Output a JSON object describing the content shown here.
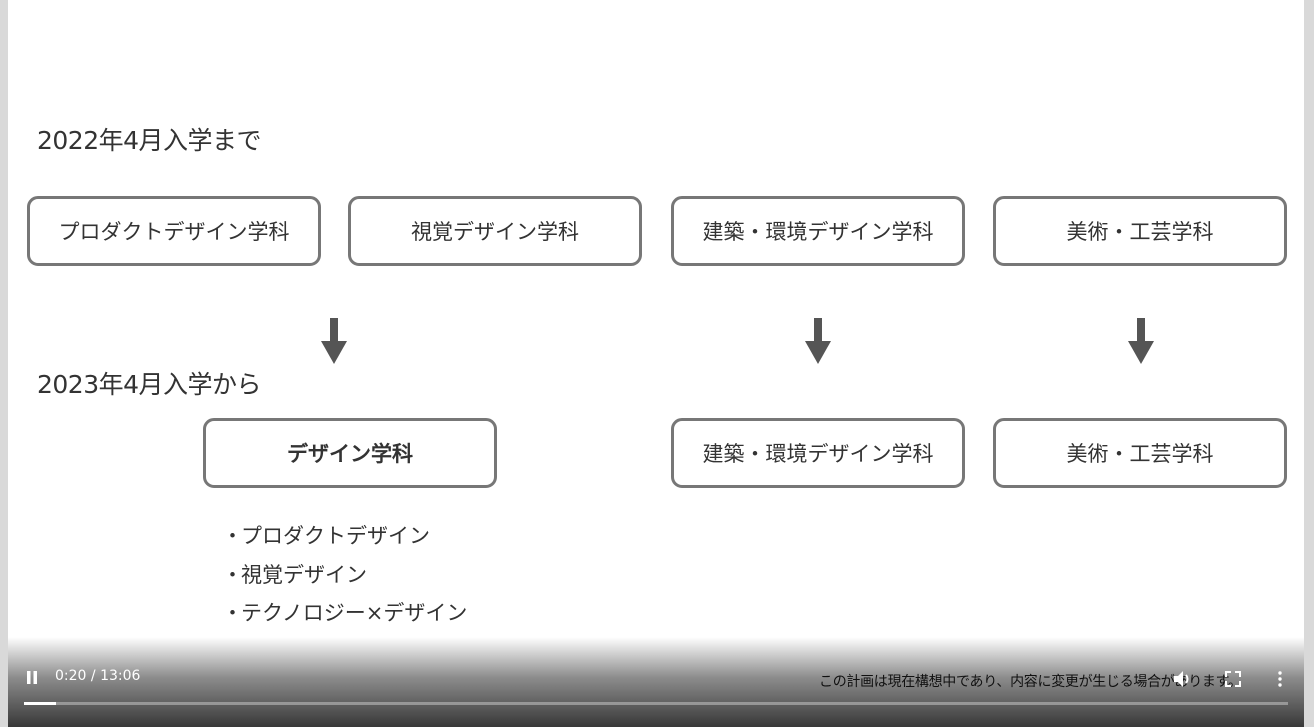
{
  "slide": {
    "before_heading": "2022年4月入学まで",
    "after_heading": "2023年4月入学から",
    "before_departments": [
      "プロダクトデザイン学科",
      "視覚デザイン学科",
      "建築・環境デザイン学科",
      "美術・工芸学科"
    ],
    "after_departments": [
      "デザイン学科",
      "建築・環境デザイン学科",
      "美術・工芸学科"
    ],
    "design_courses": [
      "プロダクトデザイン",
      "視覚デザイン",
      "テクノロジー×デザイン"
    ],
    "bullet": "・",
    "arrow_color": "#555555",
    "box_border_color": "#777777"
  },
  "player": {
    "play_state_icon": "pause-icon",
    "current_time": "0:20",
    "time_separator": "/",
    "duration": "13:06",
    "progress_fraction": 0.0254,
    "caption": "この計画は現在構想中であり、内容に変更が生じる場合があります。",
    "icons": [
      "volume-icon",
      "fullscreen-icon",
      "more-options-icon"
    ]
  }
}
